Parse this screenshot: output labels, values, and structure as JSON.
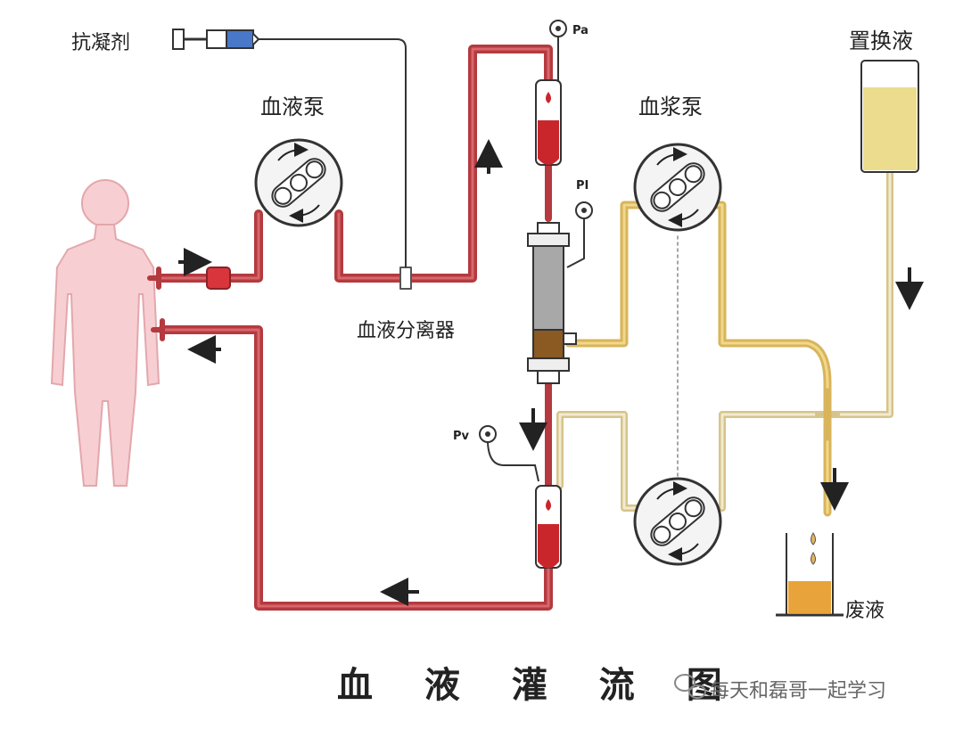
{
  "labels": {
    "anticoagulant": "抗凝剂",
    "blood_pump": "血液泵",
    "plasma_pump": "血浆泵",
    "replacement_fluid": "置换液",
    "separator": "血液分离器",
    "waste_fluid": "废液",
    "gauge_pa": "Pa",
    "gauge_pi": "PI",
    "gauge_pv": "Pv"
  },
  "title": "血 液 灌 流 图",
  "watermark": "每天和磊哥一起学习",
  "colors": {
    "blood": "#b43a3f",
    "plasma": "#d8b45a",
    "fluid_yellow": "#ecdc8e",
    "waste": "#e8a43a",
    "skin": "#f7cfd2",
    "syringe_blue": "#4a78c8"
  }
}
